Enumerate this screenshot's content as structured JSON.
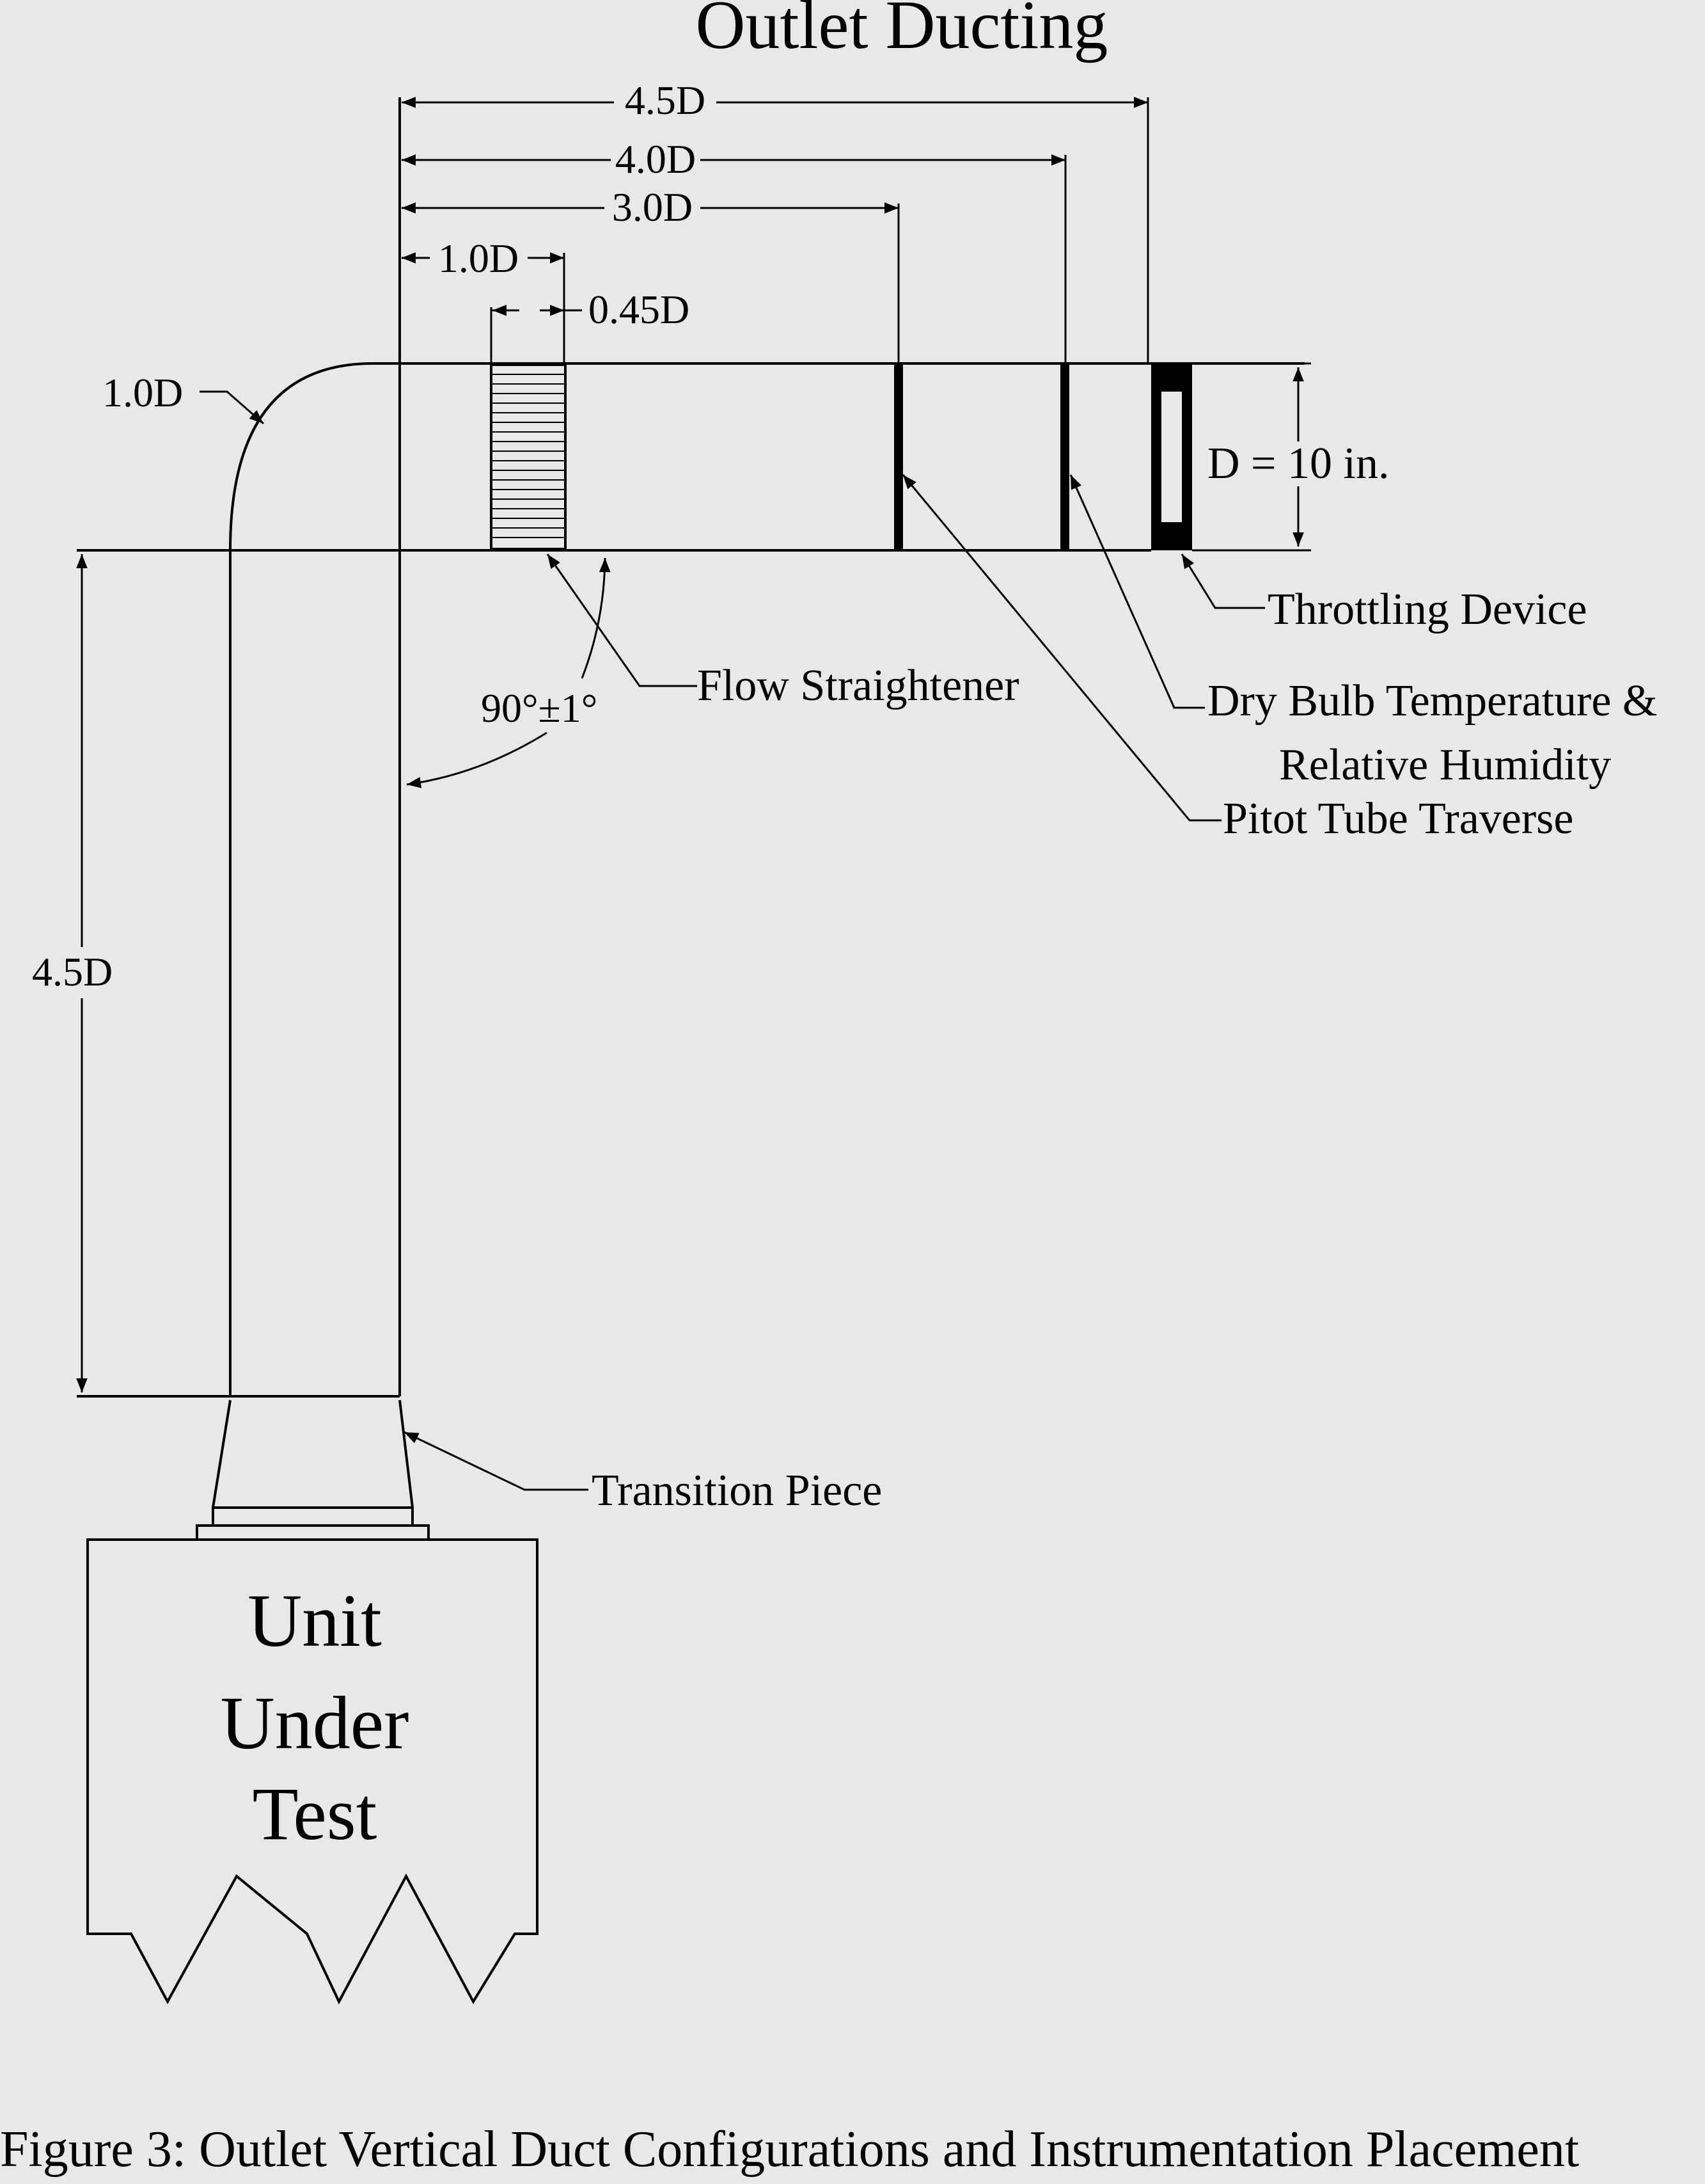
{
  "title": "Outlet Ducting",
  "caption": "Figure 3: Outlet Vertical Duct Configurations and Instrumentation Placement",
  "dimensions": {
    "top_45": "4.5D",
    "top_40": "4.0D",
    "top_30": "3.0D",
    "top_10": "1.0D",
    "straightener_width": "0.45D",
    "elbow_radius": "1.0D",
    "vertical_length": "4.5D",
    "duct_diameter": "D = 10 in.",
    "angle": "90°±1°"
  },
  "labels": {
    "throttling_device": "Throttling Device",
    "dry_bulb_line1": "Dry Bulb Temperature &",
    "dry_bulb_line2": "Relative Humidity",
    "pitot_tube": "Pitot Tube Traverse",
    "flow_straightener": "Flow Straightener",
    "transition_piece": "Transition Piece"
  },
  "unit": {
    "line1": "Unit",
    "line2": "Under",
    "line3": "Test"
  }
}
